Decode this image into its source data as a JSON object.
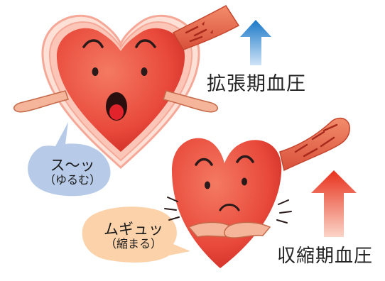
{
  "labels": {
    "diastolic": "拡張期血圧",
    "systolic": "収縮期血圧"
  },
  "bubbles": {
    "relax": {
      "main": "ス〜ッ",
      "sub": "（ゆるむ）"
    },
    "squeeze": {
      "main": "ムギュッ",
      "sub": "（縮まる）"
    }
  },
  "colors": {
    "diastolic_arrow": "#1a78c8",
    "systolic_arrow": "#e8311c",
    "heart": "#e8483a",
    "bubble_relax": "#b7cbe9",
    "bubble_squeeze": "#fbd2a9"
  }
}
